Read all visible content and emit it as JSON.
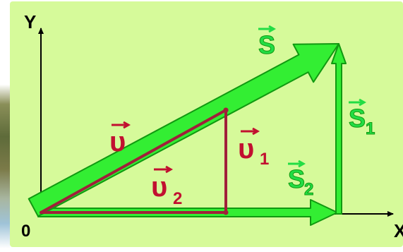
{
  "colors": {
    "panel": "#d6fa9a",
    "green_arrow": "#33ee33",
    "green_outline": "#119911",
    "red_vector": "#a0203a",
    "label_green": "#22dd44",
    "label_red": "#c11030",
    "axis": "#000000"
  },
  "axes": {
    "y_label": "Y",
    "x_label": "X",
    "origin_label": "0"
  },
  "vectors": {
    "s": {
      "symbol": "S",
      "subscript": ""
    },
    "s1": {
      "symbol": "S",
      "subscript": "1"
    },
    "s2": {
      "symbol": "S",
      "subscript": "2"
    },
    "v": {
      "symbol": "υ",
      "subscript": ""
    },
    "v1": {
      "symbol": "υ",
      "subscript": "1"
    },
    "v2": {
      "symbol": "υ",
      "subscript": "2"
    }
  }
}
